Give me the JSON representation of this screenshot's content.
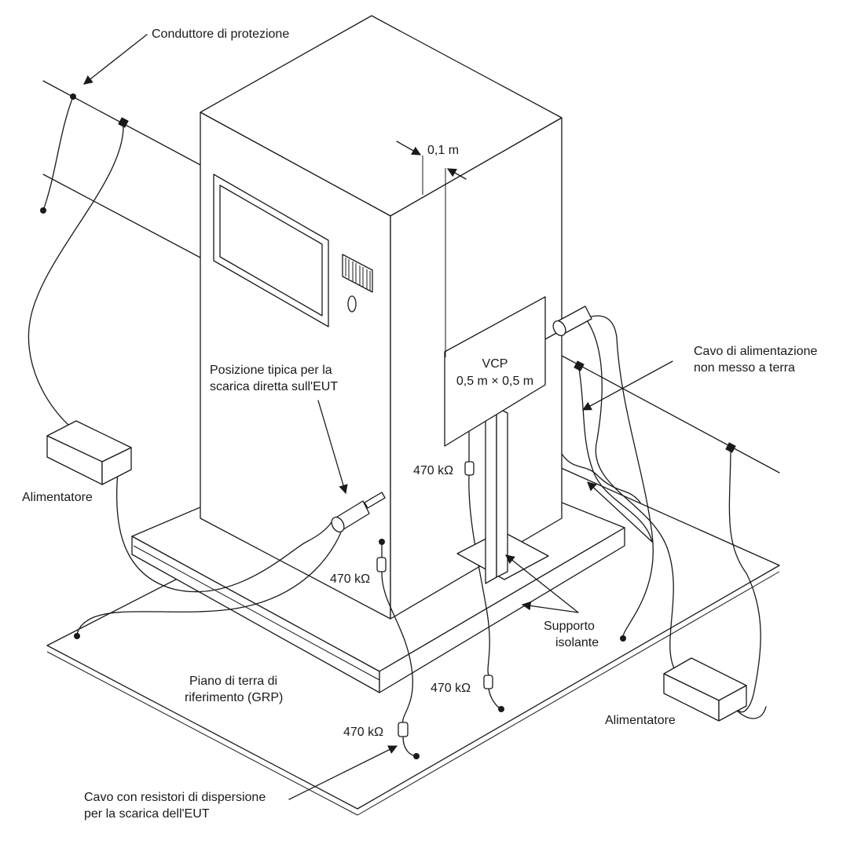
{
  "labels": {
    "protective_conductor": "Conduttore di protezione",
    "distance": "0,1 m",
    "vcp_title": "VCP",
    "vcp_size": "0,5 m × 0,5 m",
    "direct_discharge_line1": "Posizione tipica per la",
    "direct_discharge_line2": "scarica diretta sull'EUT",
    "power_cable_line1": "Cavo di alimentazione",
    "power_cable_line2": "non messo a terra",
    "power_supply_left": "Alimentatore",
    "power_supply_right": "Alimentatore",
    "resistor_vcp": "470 kΩ",
    "resistor_eut": "470 kΩ",
    "resistor_floor": "470 kΩ",
    "resistor_front": "470 kΩ",
    "insulating_support_line1": "Supporto",
    "insulating_support_line2": "isolante",
    "ground_plane_line1": "Piano di terra di",
    "ground_plane_line2": "riferimento (GRP)",
    "bleed_cable_line1": "Cavo con resistori di dispersione",
    "bleed_cable_line2": "per la scarica dell'EUT"
  },
  "colors": {
    "line": "#1a1a1a",
    "background": "#ffffff"
  }
}
